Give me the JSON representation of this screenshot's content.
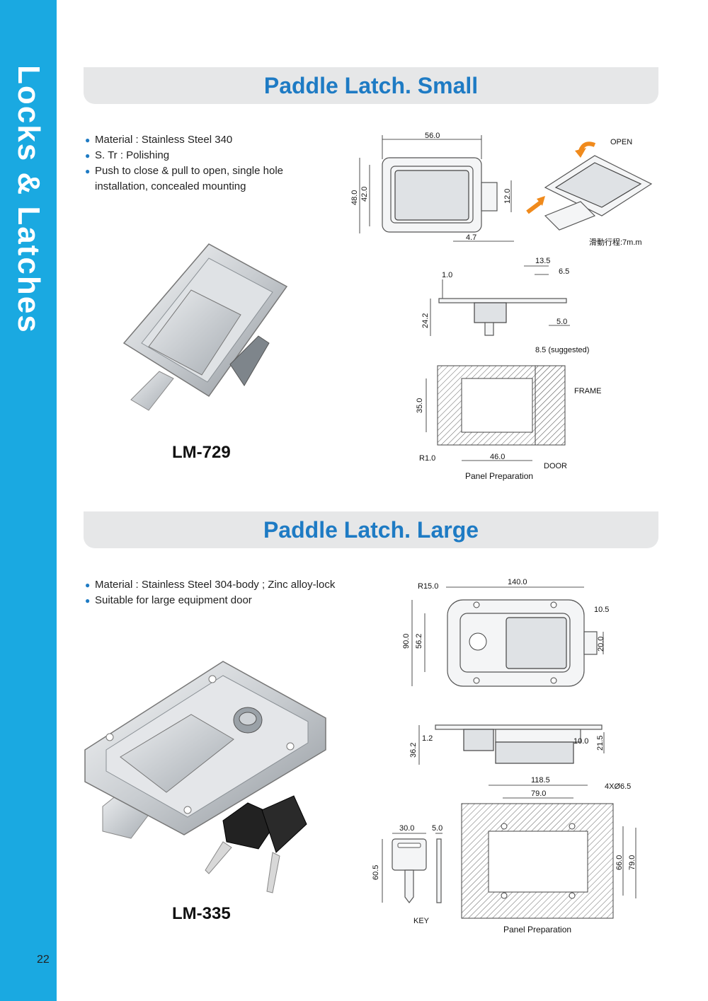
{
  "sidebar": {
    "title": "Locks & Latches",
    "page_number": "22"
  },
  "sections": [
    {
      "banner": "Paddle Latch. Small",
      "features": [
        "Material : Stainless Steel 340",
        "S. Tr : Polishing",
        "Push to close & pull to open, single hole installation, concealed mounting"
      ],
      "model": "LM-729",
      "drawing": {
        "top_width": "56.0",
        "height_outer": "48.0",
        "height_inner": "42.0",
        "side_tab": "12.0",
        "offset": "4.7",
        "open_label": "OPEN",
        "travel_label": "滑動行程:7m.m",
        "profile_w1": "13.5",
        "profile_w2": "6.5",
        "profile_t": "1.0",
        "profile_h": "24.2",
        "profile_s": "5.0",
        "cut_gap": "8.5 (suggested)",
        "frame_label": "FRAME",
        "door_label": "DOOR",
        "cut_h": "35.0",
        "cut_w": "46.0",
        "cut_r": "R1.0",
        "panel_caption": "Panel Preparation"
      }
    },
    {
      "banner": "Paddle Latch. Large",
      "features": [
        "Material : Stainless Steel 304-body ; Zinc alloy-lock",
        "Suitable for large equipment door"
      ],
      "model": "LM-335",
      "drawing": {
        "radius": "R15.0",
        "top_width": "140.0",
        "height_outer": "90.0",
        "height_inner": "56.2",
        "tab_w": "10.5",
        "tab_h": "20.0",
        "profile_t": "1.2",
        "profile_h": "36.2",
        "profile_a": "10.0",
        "profile_b": "21.5",
        "cut_w_outer": "118.5",
        "cut_w_inner": "79.0",
        "holes": "4XØ6.5",
        "cut_h_inner": "66.0",
        "cut_h_outer": "79.0",
        "key_w": "30.0",
        "key_t": "5.0",
        "key_h": "60.5",
        "key_label": "KEY",
        "panel_caption": "Panel Preparation"
      }
    }
  ],
  "colors": {
    "sidebar": "#1aa9e1",
    "title_blue": "#1e7bc4",
    "banner_bg": "#e6e7e8"
  }
}
